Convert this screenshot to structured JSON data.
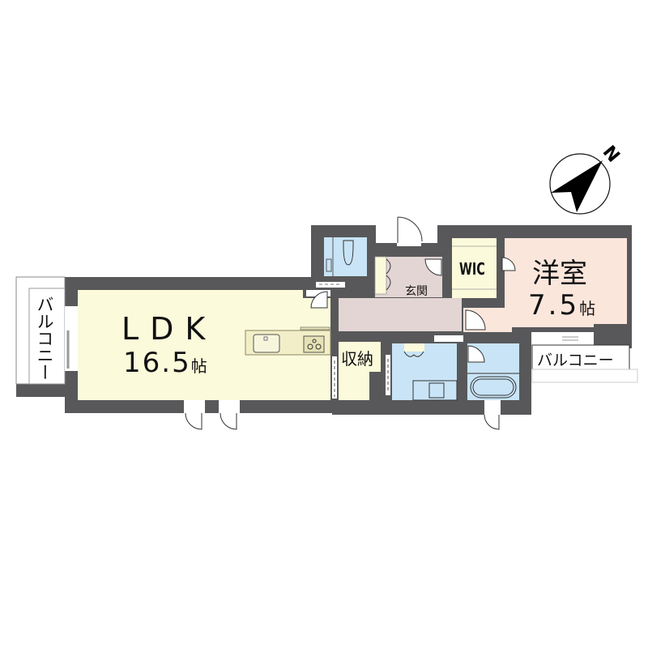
{
  "floor_plan": {
    "rooms": [
      {
        "id": "ldk",
        "label": "LDK",
        "size": "16.5",
        "unit": "帖",
        "color": "#fbfadb"
      },
      {
        "id": "western_room",
        "label": "洋室",
        "size": "7.5",
        "unit": "帖",
        "color": "#fbe6dc"
      },
      {
        "id": "entrance",
        "label": "玄関",
        "color": "#e3d5d3"
      },
      {
        "id": "wic",
        "label": "WIC",
        "color": "#fbfadb"
      },
      {
        "id": "storage",
        "label": "収納",
        "color": "#fbfadb"
      },
      {
        "id": "toilet",
        "color": "#c9e4f6"
      },
      {
        "id": "washroom",
        "color": "#c9e4f6"
      },
      {
        "id": "bathroom",
        "color": "#c9e4f6"
      }
    ],
    "balconies": [
      {
        "id": "balcony_left",
        "label": "バルコニー"
      },
      {
        "id": "balcony_right",
        "label": "バルコニー"
      }
    ],
    "compass": {
      "label": "N"
    },
    "colors": {
      "wall": "#58585a",
      "hall": "#e3d5d3",
      "wet": "#c9e4f6",
      "balcony": "#ffffff"
    }
  }
}
